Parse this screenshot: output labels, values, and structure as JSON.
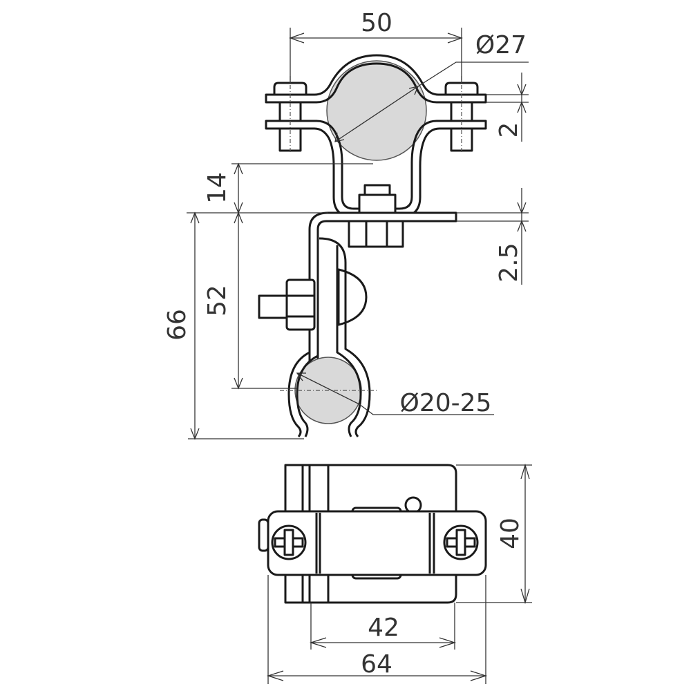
{
  "drawing": {
    "title": "Pipe clamp with bracket - dimensioned drawing",
    "colors": {
      "line": "#1a1a1a",
      "pipe_fill": "#d9d9d9",
      "dimension": "#333333"
    },
    "dimensions": {
      "clamp_bolt_spacing": "50",
      "pipe_diameter_top": "Ø27",
      "plate_thickness": "2",
      "clamp_offset": "14",
      "bracket_thickness": "2.5",
      "bracket_height": "52",
      "overall_height": "66",
      "pipe_diameter_bottom": "Ø20-25",
      "depth": "40",
      "inner_width": "42",
      "overall_width": "64"
    }
  }
}
